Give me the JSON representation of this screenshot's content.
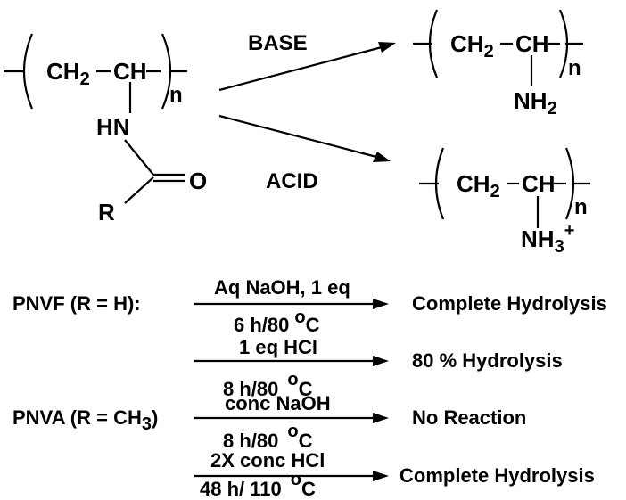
{
  "reactant": {
    "ch2": "CH",
    "ch2_sub": "2",
    "ch": "CH",
    "n": "n",
    "hn": "HN",
    "o": "O",
    "r": "R"
  },
  "base_label": "BASE",
  "acid_label": "ACID",
  "product_base": {
    "ch2": "CH",
    "ch2_sub": "2",
    "ch": "CH",
    "n": "n",
    "nh2": "NH",
    "nh2_sub": "2"
  },
  "product_acid": {
    "ch2": "CH",
    "ch2_sub": "2",
    "ch": "CH",
    "n": "n",
    "nh3": "NH",
    "nh3_sub": "3",
    "nh3_sup": "+"
  },
  "conditions": [
    {
      "polymer": "PNVF (R = H):",
      "reagent": "Aq NaOH, 1 eq",
      "time_temp": "6 h/80",
      "unit": "C",
      "result": "Complete Hydrolysis"
    },
    {
      "polymer": "",
      "reagent": "1 eq HCl",
      "time_temp": "8 h/80",
      "unit": "C",
      "result": "80 % Hydrolysis"
    },
    {
      "polymer": "PNVA (R = CH",
      "polymer_sub": "3",
      "polymer_end": ")",
      "reagent": "conc NaOH",
      "time_temp": "8 h/80",
      "unit": "C",
      "result": "No Reaction"
    },
    {
      "polymer": "",
      "reagent": "2X conc HCl",
      "time_temp": "48 h/ 110",
      "unit": "C",
      "result": "Complete Hydrolysis"
    }
  ],
  "degree_symbol": "o"
}
